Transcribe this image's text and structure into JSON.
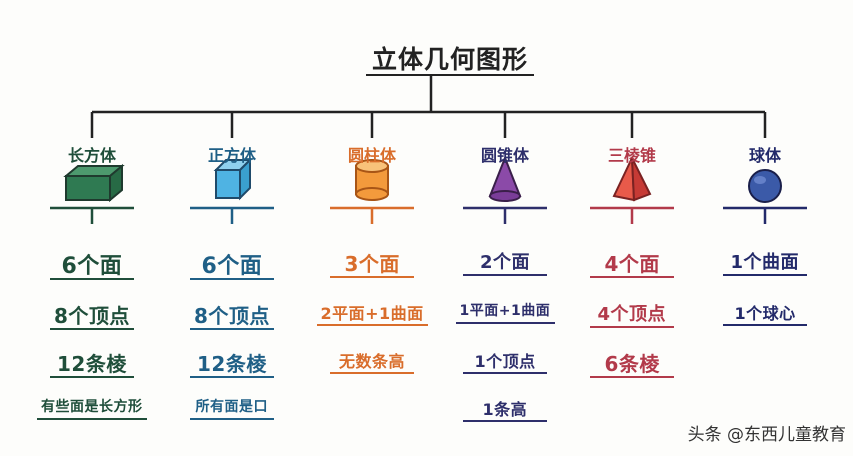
{
  "title": "立体几何图形",
  "columns": [
    {
      "label": "长方体",
      "color": "#1f4e3a",
      "items": [
        "6个面",
        "8个顶点",
        "12条棱",
        "有些面是长方形"
      ]
    },
    {
      "label": "正方体",
      "color": "#1f5f86",
      "items": [
        "6个面",
        "8个顶点",
        "12条棱",
        "所有面是口"
      ]
    },
    {
      "label": "圆柱体",
      "color": "#d96d2b",
      "items": [
        "3个面",
        "2平面+1曲面",
        "无数条高"
      ]
    },
    {
      "label": "圆锥体",
      "color": "#2e2f6b",
      "items": [
        "2个面",
        "1平面+1曲面",
        "1个顶点",
        "1条高"
      ]
    },
    {
      "label": "三棱锥",
      "color": "#b23a4a",
      "items": [
        "4个面",
        "4个顶点",
        "6条棱"
      ]
    },
    {
      "label": "球体",
      "color": "#232a6a",
      "items": [
        "1个曲面",
        "1个球心"
      ]
    }
  ],
  "watermark": "头条 @东西儿童教育"
}
